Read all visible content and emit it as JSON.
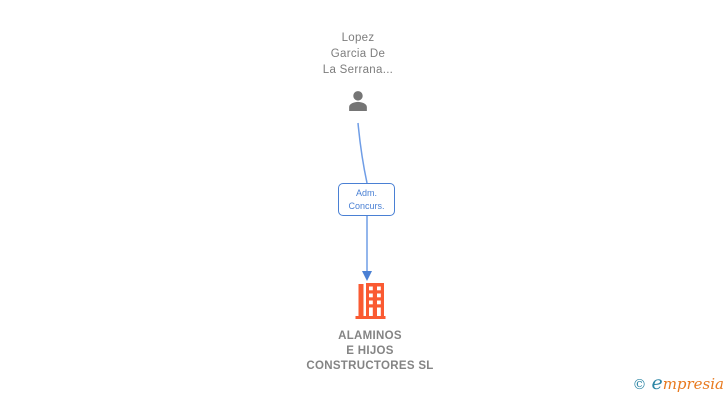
{
  "page": {
    "background": "#ffffff"
  },
  "graph": {
    "person_node": {
      "name_lines": [
        "Lopez",
        "Garcia De",
        "La Serrana..."
      ],
      "icon": "person-icon",
      "icon_color": "#757575",
      "text_color": "#7d7d7d"
    },
    "edge": {
      "label_lines": [
        "Adm.",
        "Concurs."
      ],
      "accent_color": "#4a80d4",
      "line_color": "#6f9de6",
      "direction": "person-to-company"
    },
    "company_node": {
      "name_lines": [
        "ALAMINOS",
        "E HIJOS",
        "CONSTRUCTORES SL"
      ],
      "icon": "building-icon",
      "icon_color": "#fa5a32",
      "text_color": "#848484"
    }
  },
  "watermark": {
    "copyright_symbol": "©",
    "brand_initial": "e",
    "brand_rest": "mpresia",
    "teal_color": "#2d86a5",
    "orange_color": "#e87a1f"
  }
}
